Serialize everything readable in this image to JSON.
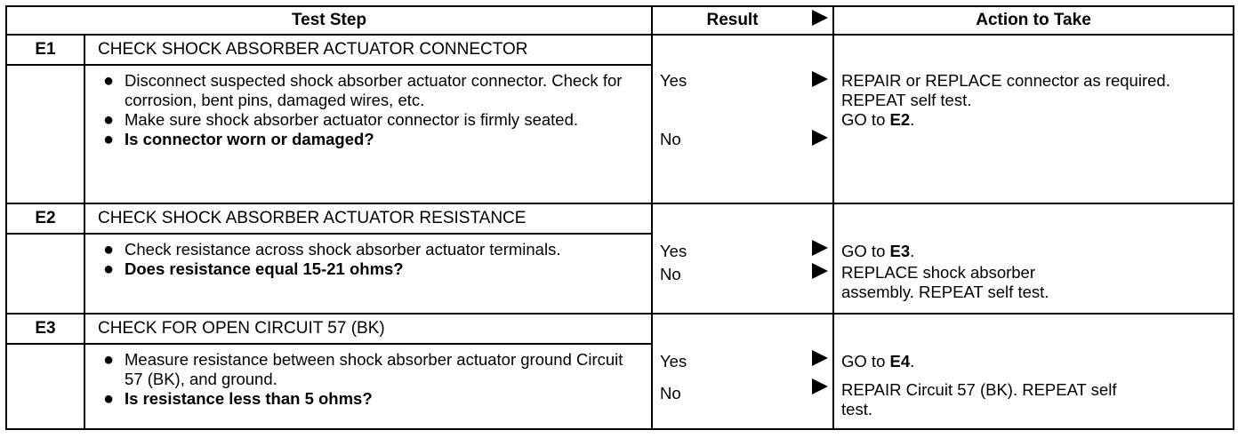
{
  "header": {
    "test_step": "Test Step",
    "result": "Result",
    "action": "Action to Take"
  },
  "steps": [
    {
      "id": "E1",
      "title": "CHECK SHOCK ABSORBER ACTUATOR CONNECTOR",
      "bullets": [
        "Disconnect suspected shock absorber actuator connector. Check for corrosion, bent pins, damaged wires, etc.",
        "Make sure shock absorber actuator connector is firmly seated."
      ],
      "question": "Is connector worn or damaged?",
      "yes": "Yes",
      "yes_action": "REPAIR or REPLACE connector as required. REPEAT self test.",
      "no": "No",
      "no_action_prefix": "GO to ",
      "no_action_ref": "E2",
      "no_action_suffix": "."
    },
    {
      "id": "E2",
      "title": "CHECK SHOCK ABSORBER ACTUATOR RESISTANCE",
      "bullets": [
        "Check resistance across shock absorber actuator terminals."
      ],
      "question": "Does resistance equal 15-21 ohms?",
      "yes": "Yes",
      "yes_action_prefix": "GO to ",
      "yes_action_ref": "E3",
      "yes_action_suffix": ".",
      "no": "No",
      "no_action": "REPLACE shock absorber assembly. REPEAT self test."
    },
    {
      "id": "E3",
      "title": "CHECK FOR OPEN CIRCUIT 57 (BK)",
      "bullets": [
        "Measure resistance between shock absorber actuator ground Circuit 57 (BK), and ground."
      ],
      "question": "Is resistance less than 5 ohms?",
      "yes": "Yes",
      "yes_action_prefix": "GO to ",
      "yes_action_ref": "E4",
      "yes_action_suffix": ".",
      "no": "No",
      "no_action": "REPAIR Circuit 57 (BK). REPEAT self test."
    }
  ]
}
